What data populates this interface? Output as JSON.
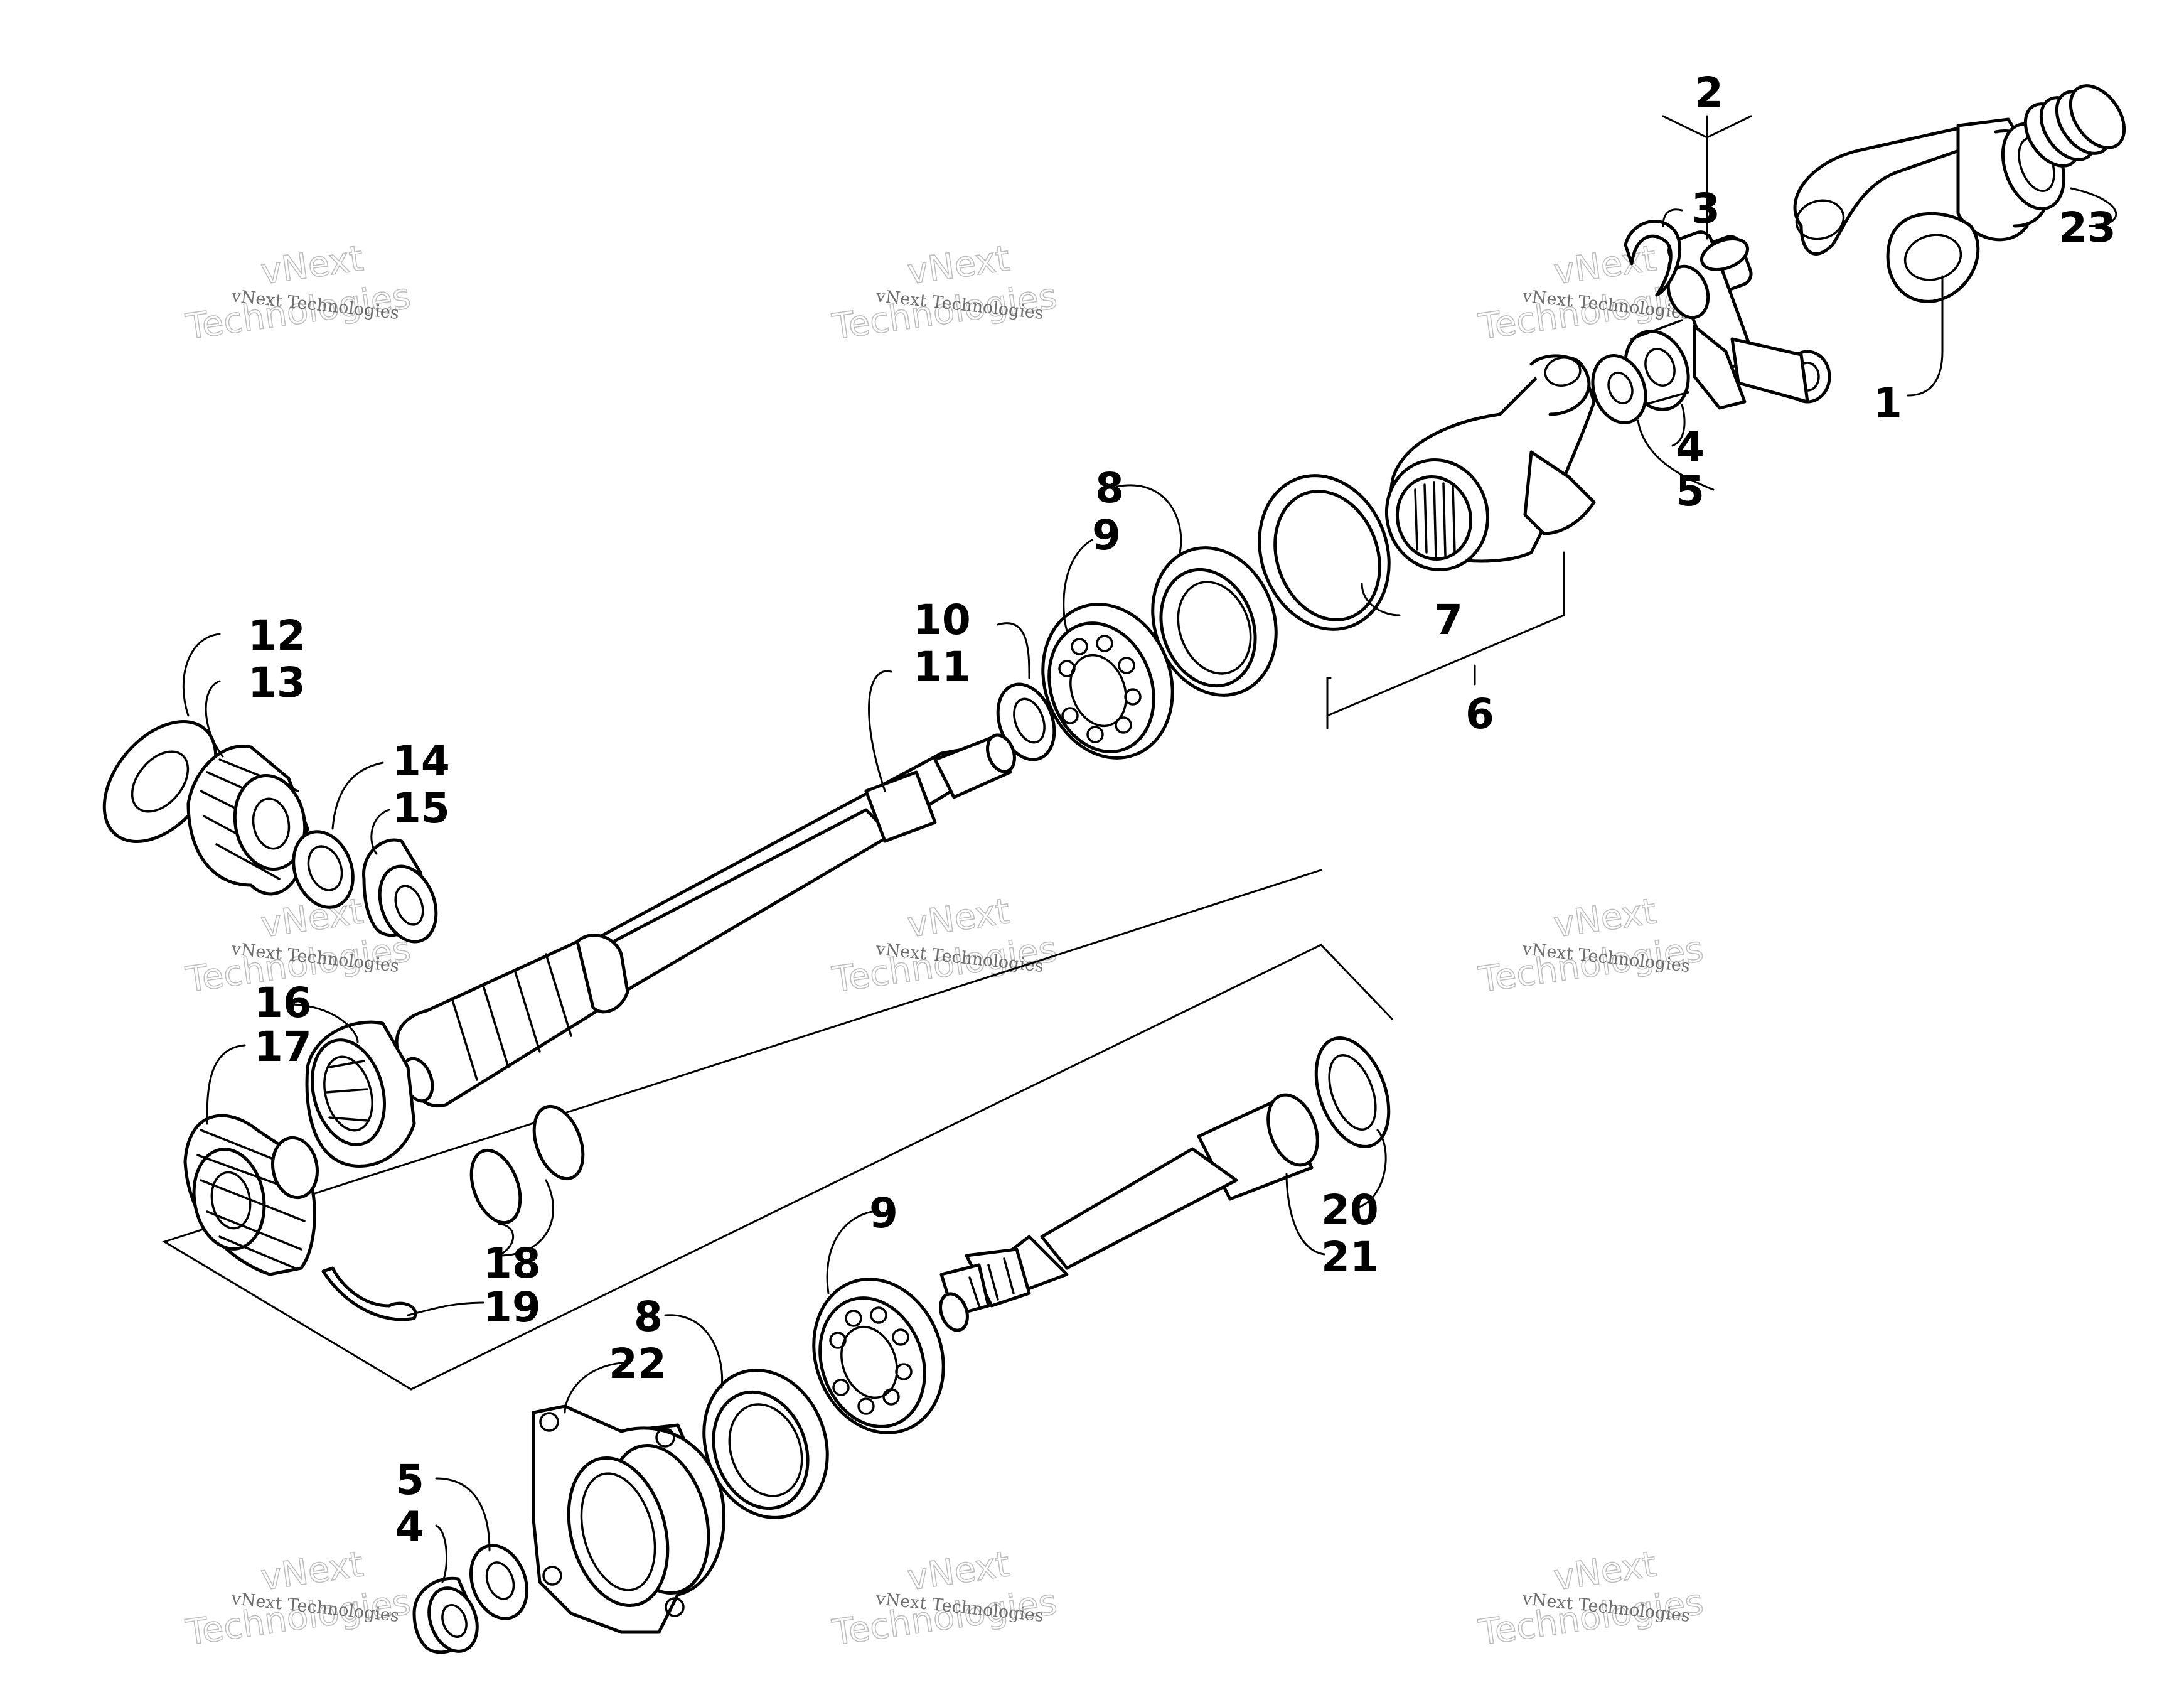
{
  "diagram": {
    "type": "exploded-parts-view",
    "line_color": "#000000",
    "background": "#ffffff",
    "callouts": [
      "1",
      "2",
      "3",
      "4",
      "5",
      "6",
      "7",
      "8",
      "9",
      "10",
      "11",
      "12",
      "13",
      "14",
      "15",
      "16",
      "17",
      "18",
      "19",
      "20",
      "21",
      "22",
      "23",
      "8",
      "9",
      "5",
      "4"
    ],
    "watermark": {
      "small_text": "vNext Technologies",
      "big_line1": "vNext",
      "big_line2": "Technologies",
      "color": "#8a8a8a"
    }
  }
}
